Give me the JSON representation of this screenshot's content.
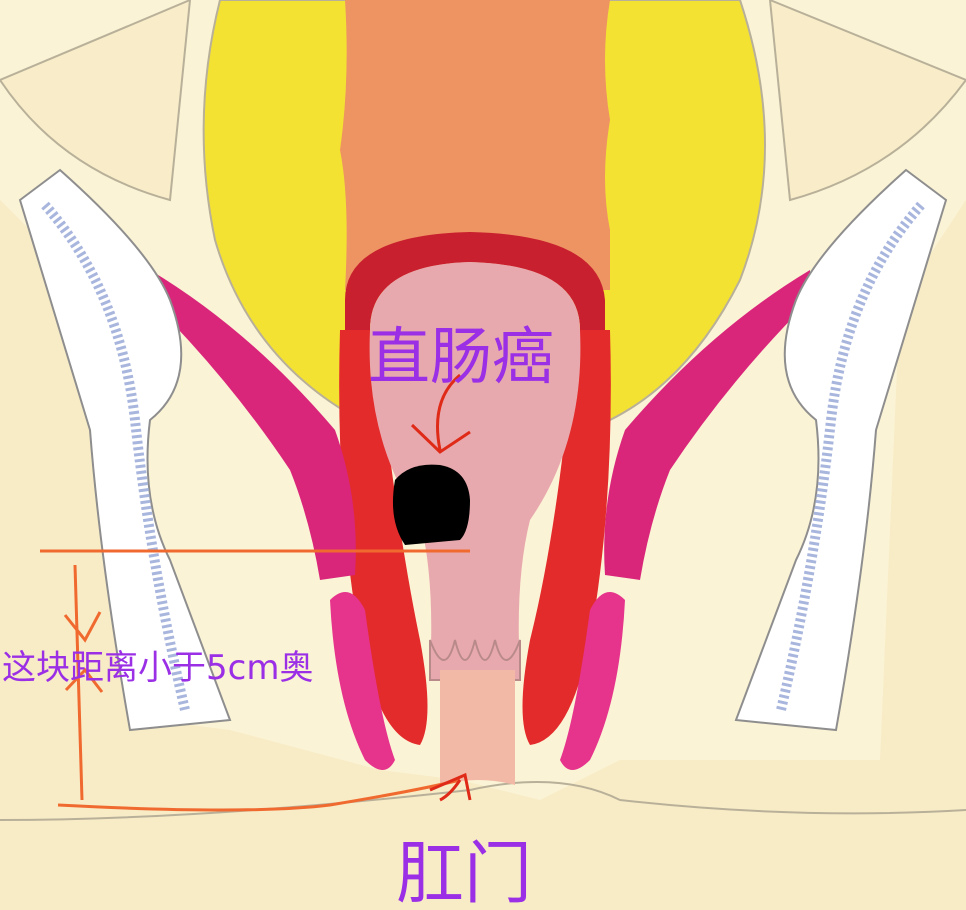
{
  "labels": {
    "rectal_cancer": "直肠癌",
    "distance_note": "这块距离小于5cm奥",
    "anus": "肛门"
  },
  "colors": {
    "background": "#f8eecb",
    "fat": "#f4e233",
    "colon": "#ee9362",
    "rectal_wall": "#d6262e",
    "lumen": "#e8a9ae",
    "levator_muscle": "#d9267b",
    "tumor": "#000000",
    "annotation_line": "#f06a30",
    "label_text": "#9a2fe6"
  }
}
